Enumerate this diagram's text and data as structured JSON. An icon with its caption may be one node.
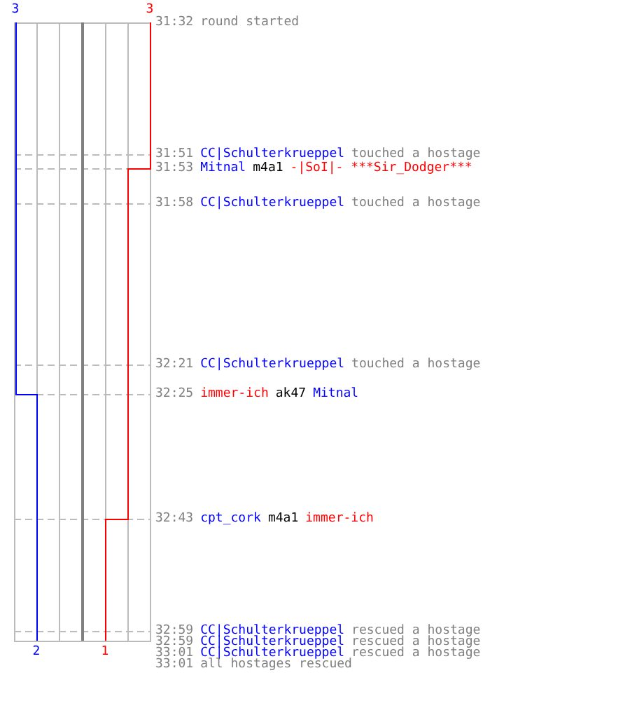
{
  "diagram": {
    "labels": [
      "3",
      "3",
      "31:32",
      "round started",
      "31:51",
      "CC|Schulterkrueppel",
      "touched a hostage",
      "31:53",
      "Mitnal",
      "m4a1",
      "-|SoI|- ***Sir_Dodger***",
      "31:58",
      "CC|Schulterkrueppel",
      "touched a hostage",
      "32:21",
      "CC|Schulterkrueppel",
      "touched a hostage",
      "32:25",
      "immer-ich",
      "ak47",
      "Mitnal",
      "32:43",
      "cpt_cork",
      "m4a1",
      "immer-ich",
      "32:59",
      "CC|Schulterkrueppel",
      "rescued a hostage",
      "32:59",
      "CC|Schulterkrueppel",
      "rescued a hostage",
      "33:01",
      "CC|Schulterkrueppel",
      "rescued a hostage",
      "33:01",
      "all hostages rescued",
      "2",
      "1"
    ]
  }
}
